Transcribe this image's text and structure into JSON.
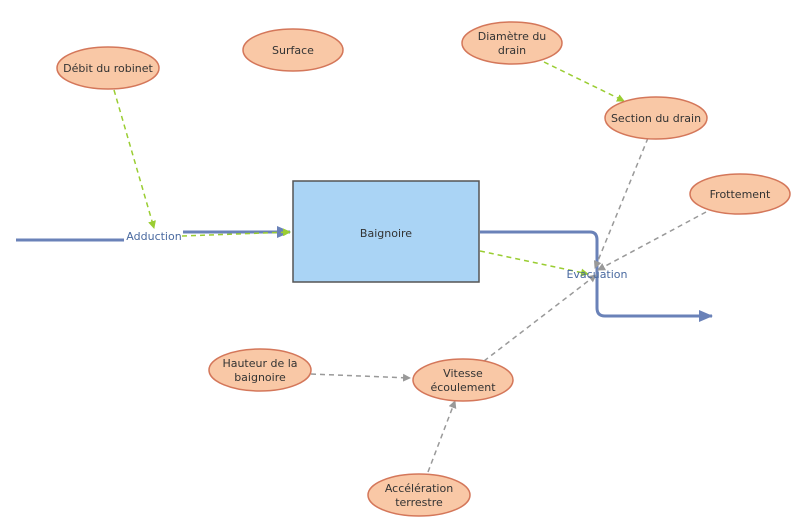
{
  "diagram": {
    "stock": {
      "label": "Baignoire",
      "fill": "#aad4f5",
      "stroke": "#555555"
    },
    "flows": [
      {
        "id": "adduction",
        "label": "Adduction"
      },
      {
        "id": "evacuation",
        "label": "Evacuation"
      }
    ],
    "variables": [
      {
        "id": "debit",
        "lines": [
          "Débit du robinet"
        ]
      },
      {
        "id": "surface",
        "lines": [
          "Surface"
        ]
      },
      {
        "id": "diametre",
        "lines": [
          "Diamètre du",
          "drain"
        ]
      },
      {
        "id": "section",
        "lines": [
          "Section du drain"
        ]
      },
      {
        "id": "frottement",
        "lines": [
          "Frottement"
        ]
      },
      {
        "id": "hauteur",
        "lines": [
          "Hauteur de la",
          "baignoire"
        ]
      },
      {
        "id": "vitesse",
        "lines": [
          "Vitesse",
          "écoulement"
        ]
      },
      {
        "id": "acceleration",
        "lines": [
          "Accélération",
          "terrestre"
        ]
      }
    ],
    "colors": {
      "node_fill": "#f9c8a6",
      "node_stroke": "#d4775a",
      "flow_pipe": "#6a82b8",
      "link_green": "#9acd32",
      "link_gray": "#999999"
    }
  }
}
